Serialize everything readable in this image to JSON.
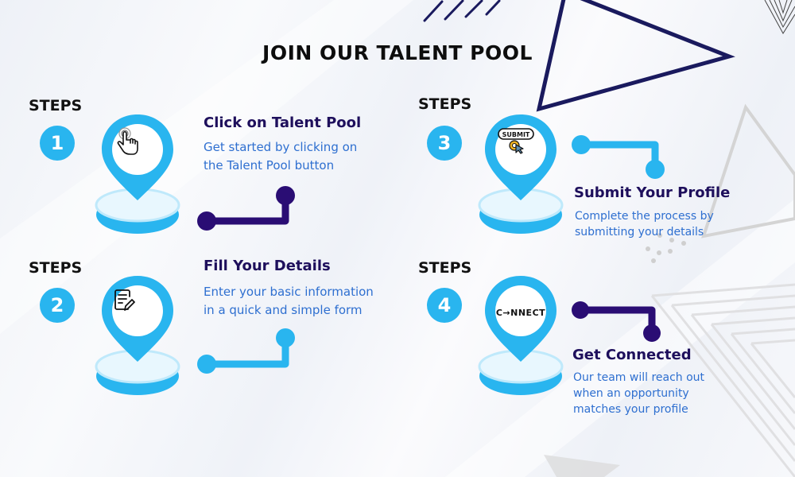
{
  "title": "JOIN OUR TALENT POOL",
  "colors": {
    "accent_blue": "#29b5ef",
    "dark_purple": "#2a0d74",
    "title_purple": "#1e0f5c",
    "desc_blue": "#2e6fd0",
    "triangle_navy": "#1a1a5e"
  },
  "steps": [
    {
      "label": "STEPS",
      "number": "1",
      "icon": "hand-pointer-click-icon",
      "title": "Click on Talent Pool",
      "description_lines": [
        "Get started by clicking on",
        "the Talent Pool button"
      ]
    },
    {
      "label": "STEPS",
      "number": "2",
      "icon": "form-edit-icon",
      "title": "Fill Your Details",
      "description_lines": [
        "Enter your basic information",
        "in a quick and simple form"
      ]
    },
    {
      "label": "STEPS",
      "number": "3",
      "icon": "submit-button-icon",
      "icon_text": "SUBMIT",
      "title": "Submit Your Profile",
      "description_lines": [
        "Complete the process by",
        "submitting your details"
      ]
    },
    {
      "label": "STEPS",
      "number": "4",
      "icon": "connect-logo-icon",
      "icon_text": "C→NNECT",
      "title": "Get Connected",
      "description_lines": [
        "Our team will reach out",
        "when an opportunity",
        "matches your profile"
      ]
    }
  ]
}
